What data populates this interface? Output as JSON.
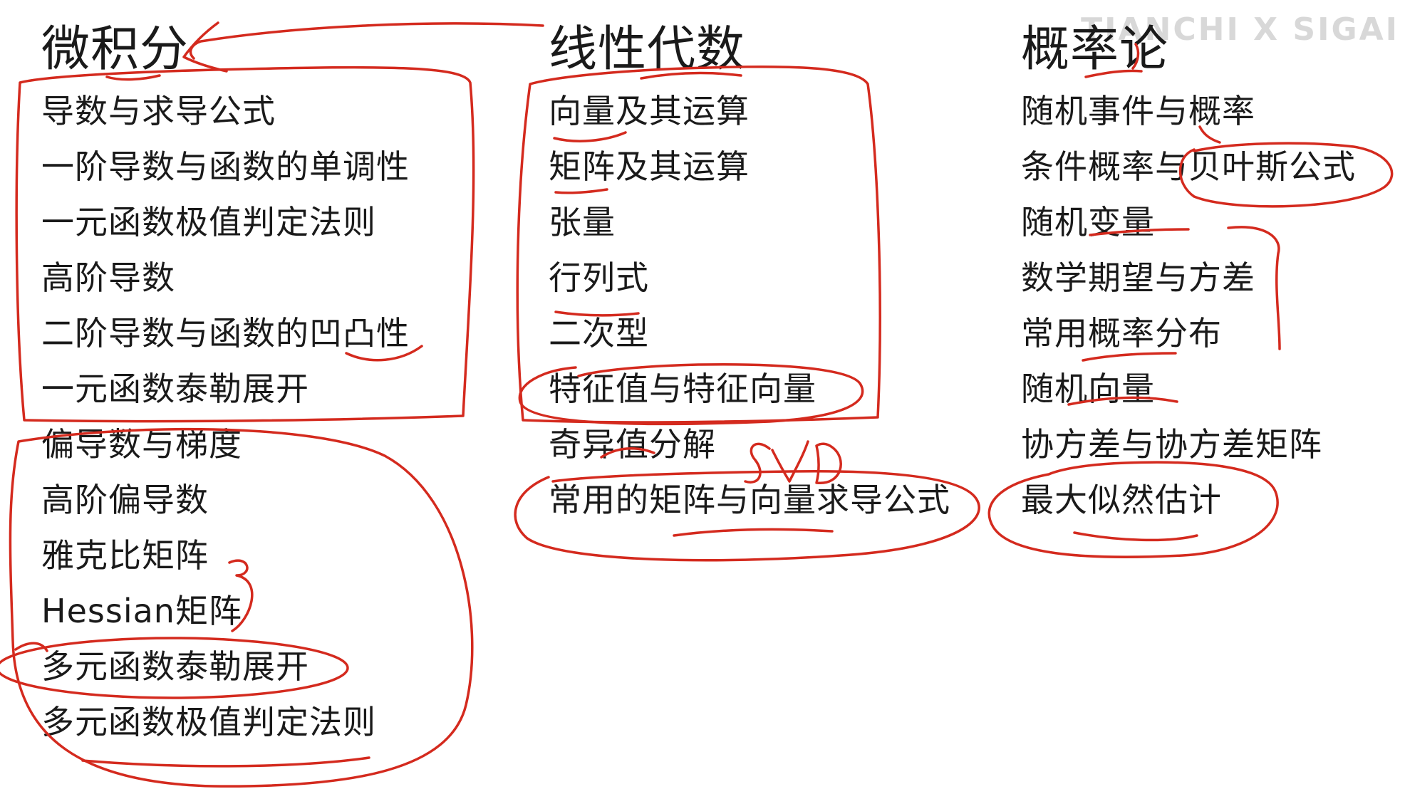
{
  "watermark": "TIANCHI X SIGAI",
  "annotation_color": "#d42a1e",
  "columns": {
    "calculus": {
      "title": "微积分",
      "items": [
        "导数与求导公式",
        "一阶导数与函数的单调性",
        "一元函数极值判定法则",
        "高阶导数",
        "二阶导数与函数的凹凸性",
        "一元函数泰勒展开",
        "偏导数与梯度",
        "高阶偏导数",
        "雅克比矩阵",
        "Hessian矩阵",
        "多元函数泰勒展开",
        "多元函数极值判定法则"
      ]
    },
    "linear_algebra": {
      "title": "线性代数",
      "items": [
        "向量及其运算",
        "矩阵及其运算",
        "张量",
        "行列式",
        "二次型",
        "特征值与特征向量",
        "奇异值分解",
        "常用的矩阵与向量求导公式"
      ]
    },
    "probability": {
      "title": "概率论",
      "items": [
        "随机事件与概率",
        "条件概率与贝叶斯公式",
        "随机变量",
        "数学期望与方差",
        "常用概率分布",
        "随机向量",
        "协方差与协方差矩阵",
        "最大似然估计"
      ]
    }
  },
  "handwritten_note": "SVD"
}
